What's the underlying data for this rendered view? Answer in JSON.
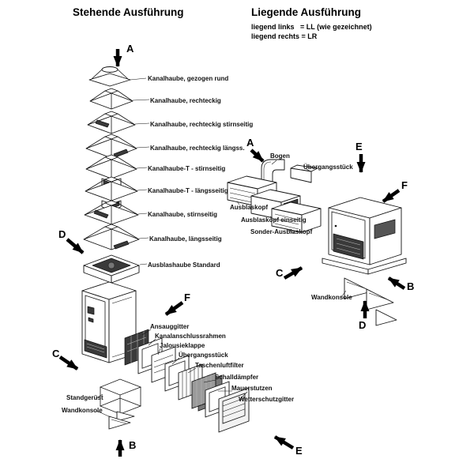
{
  "standing": {
    "title": "Stehende Ausführung",
    "hood_labels": [
      "Kanalhaube, gezogen rund",
      "Kanalhaube, rechteckig",
      "Kanalhaube, rechteckig stirnseitig",
      "Kanalhaube, rechteckig längss.",
      "Kanalhaube-T - stirnseitig",
      "Kanalhaube-T - längsseitig",
      "Kanalhaube, stirnseitig",
      "Kanalhaube, längsseitig",
      "Ausblashaube Standard"
    ],
    "component_labels": [
      "Ansauggitter",
      "Kanalanschlussrahmen",
      "Jalousieklappe",
      "Übergangsstück",
      "Taschenluftfilter",
      "Schalldämpfer",
      "Mauerstutzen",
      "Wetterschutzgitter"
    ],
    "base_labels": [
      "Standgerüst",
      "Wandkonsole"
    ],
    "arrows": {
      "top": "A",
      "left": "D",
      "right": "F",
      "lower_left": "C",
      "bottom": "B",
      "bottom_right": "E"
    }
  },
  "lying": {
    "title": "Liegende Ausführung",
    "legend": [
      "liegend links   = LL (wie gezeichnet)",
      "liegend rechts = LR"
    ],
    "part_labels": [
      "Bogen",
      "Übergangsstück",
      "Ausblaskopf",
      "Ausblaskopf einseitig",
      "Sonder-Ausblaskopf",
      "Wandkonsole"
    ],
    "arrows": {
      "top_left": "A",
      "top_right": "E",
      "right": "F",
      "left": "C",
      "bottom_right": "B",
      "bottom": "D"
    }
  },
  "colors": {
    "ink": "#111111",
    "dark_panel": "#3a3a3a",
    "background": "#ffffff"
  }
}
